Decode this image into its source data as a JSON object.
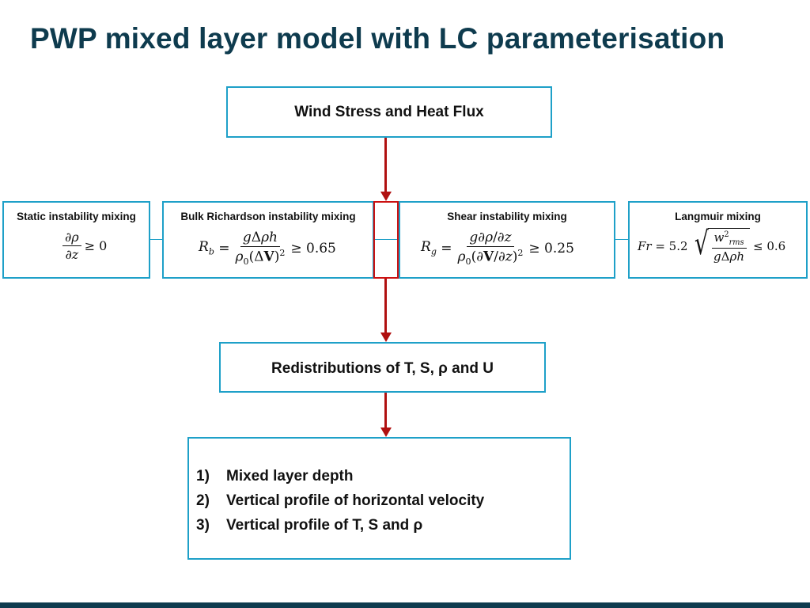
{
  "title": "PWP mixed layer model with LC parameterisation",
  "flow": {
    "top": "Wind Stress and Heat Flux",
    "middle": "Redistributions of T, S, ρ and U",
    "mechanisms": [
      {
        "label": "Static instability mixing",
        "formula": "∂ρ/∂z ≥ 0"
      },
      {
        "label": "Bulk Richardson instability mixing",
        "formula": "R_b = gΔρh / ρ0(ΔV)^2 ≥ 0.65"
      },
      {
        "label": "Shear instability mixing",
        "formula": "R_g = g∂ρ/∂z / ρ0(∂V/∂z)^2 ≥ 0.25"
      },
      {
        "label": "Langmuir mixing",
        "formula": "Fr = 5.2 sqrt(w_rms^2 / gΔρh) ≤ 0.6"
      }
    ],
    "outputs": [
      {
        "num": "1)",
        "text": "Mixed layer depth"
      },
      {
        "num": "2)",
        "text": "Vertical profile of horizontal velocity"
      },
      {
        "num": "3)",
        "text": "Vertical profile of T, S and ρ"
      }
    ]
  },
  "colors": {
    "title": "#0e3b4e",
    "box_border": "#1ea0c8",
    "arrow": "#b01010",
    "switch_border": "#cc1111"
  }
}
